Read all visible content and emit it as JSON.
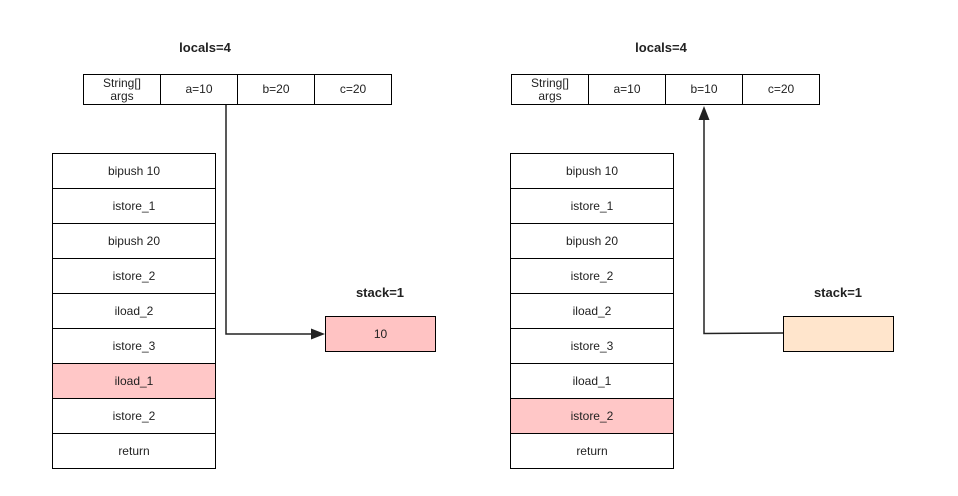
{
  "left": {
    "locals_title": "locals=4",
    "locals": [
      "String[]\nargs",
      "a=10",
      "b=20",
      "c=20"
    ],
    "stack_title": "stack=1",
    "stack_value": "10",
    "stack_color": "#ffc3c3",
    "highlight_color": "#ffc7c7",
    "instructions": [
      "bipush  10",
      "istore_1",
      "bipush  20",
      "istore_2",
      "iload_2",
      "istore_3",
      "iload_1",
      "istore_2",
      "return"
    ],
    "highlighted_index": 6
  },
  "right": {
    "locals_title": "locals=4",
    "locals": [
      "String[]\nargs",
      "a=10",
      "b=10",
      "c=20"
    ],
    "stack_title": "stack=1",
    "stack_value": "",
    "stack_color": "#ffe5cc",
    "highlight_color": "#ffc7c7",
    "instructions": [
      "bipush  10",
      "istore_1",
      "bipush  20",
      "istore_2",
      "iload_2",
      "istore_3",
      "iload_1",
      "istore_2",
      "return"
    ],
    "highlighted_index": 7
  }
}
